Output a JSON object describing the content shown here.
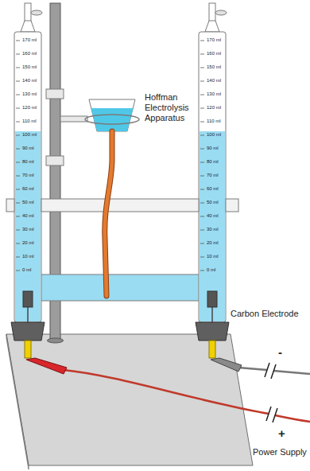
{
  "diagram": {
    "labels": [
      "Hoffman Electrolysis Apparatus",
      "Carbon Electrode",
      "-",
      "+",
      "Power Supply",
      "170 ml",
      "160 ml",
      "150 ml",
      "140 ml",
      "130 ml",
      "120 ml",
      "110 ml",
      "100 ml",
      "90 ml",
      "80 ml",
      "70 ml",
      "60 ml",
      "50 ml",
      "40 ml",
      "30 ml",
      "20 ml",
      "10 ml",
      "0 ml",
      "170 ml",
      "160 ml",
      "150 ml",
      "140 ml",
      "130 ml",
      "120 ml",
      "110 ml",
      "100 ml",
      "90 ml",
      "80 ml",
      "70 ml",
      "60 ml",
      "50 ml",
      "40 ml",
      "30 ml",
      "20 ml",
      "10 ml",
      "0 ml"
    ]
  }
}
